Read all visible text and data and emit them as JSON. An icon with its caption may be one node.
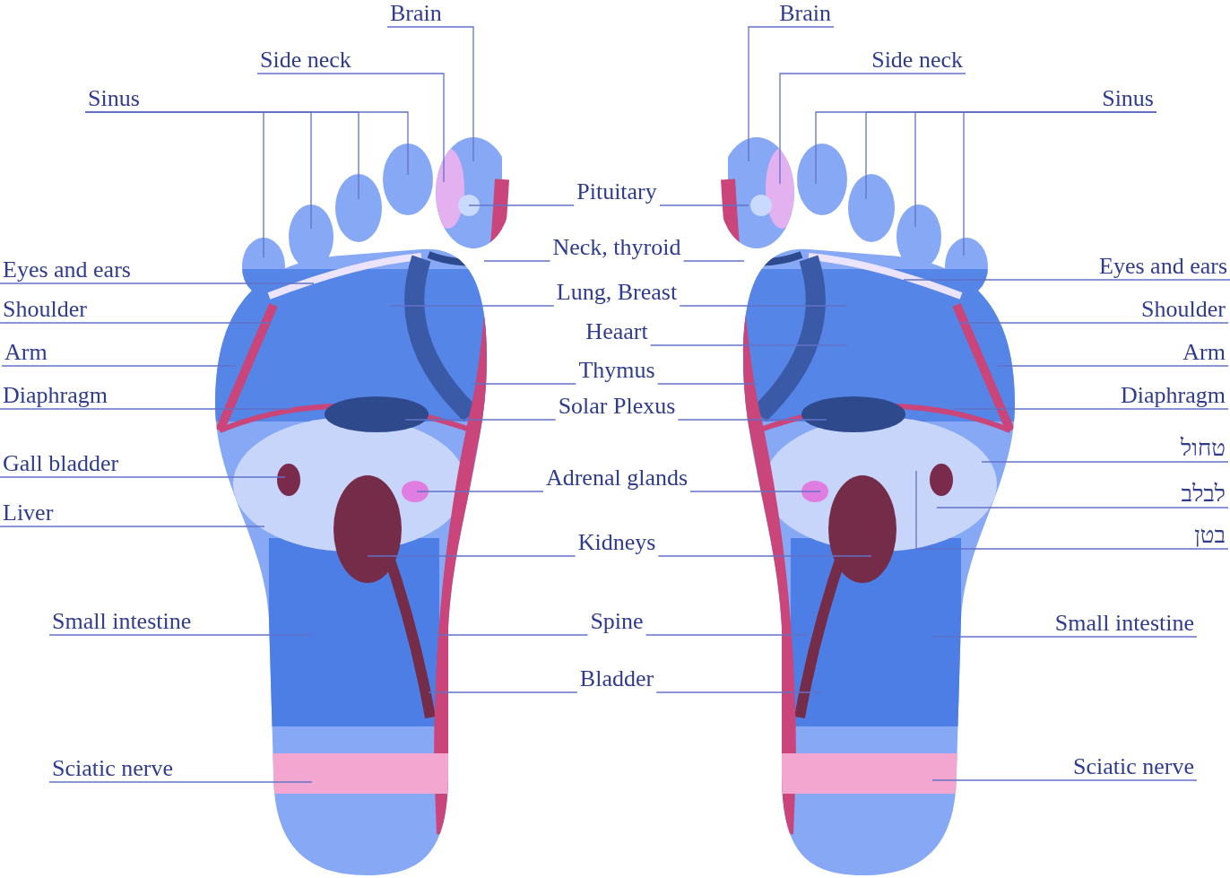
{
  "diagram": {
    "nodes": [
      {
        "text": [
          "Brain"
        ]
      },
      {
        "text": [
          "Side neck"
        ]
      },
      {
        "text": [
          "Sinus"
        ]
      },
      {
        "text": [
          "Eyes and ears"
        ]
      },
      {
        "text": [
          "Shoulder"
        ]
      },
      {
        "text": [
          "Arm"
        ]
      },
      {
        "text": [
          "Diaphragm"
        ]
      },
      {
        "text": [
          "Gall bladder"
        ]
      },
      {
        "text": [
          "Liver"
        ]
      },
      {
        "text": [
          "Small intestine"
        ]
      },
      {
        "text": [
          "Sciatic nerve"
        ]
      },
      {
        "text": [
          "Brain"
        ]
      },
      {
        "text": [
          "Side neck"
        ]
      },
      {
        "text": [
          "Sinus"
        ]
      },
      {
        "text": [
          "Eyes and ears"
        ]
      },
      {
        "text": [
          "Shoulder"
        ]
      },
      {
        "text": [
          "Arm"
        ]
      },
      {
        "text": [
          "Diaphragm"
        ]
      },
      {
        "text": [
          "טחול"
        ]
      },
      {
        "text": [
          "לבלב"
        ]
      },
      {
        "text": [
          "בטן"
        ]
      },
      {
        "text": [
          "Small intestine"
        ]
      },
      {
        "text": [
          "Sciatic nerve"
        ]
      },
      {
        "text": [
          "Pituitary"
        ]
      },
      {
        "text": [
          "Neck, thyroid"
        ]
      },
      {
        "text": [
          "Lung, Breast"
        ]
      },
      {
        "text": [
          "Heaart"
        ]
      },
      {
        "text": [
          "Thymus"
        ]
      },
      {
        "text": [
          "Solar Plexus"
        ]
      },
      {
        "text": [
          "Adrenal glands"
        ]
      },
      {
        "text": [
          "Kidneys"
        ]
      },
      {
        "text": [
          "Spine"
        ]
      },
      {
        "text": [
          "Bladder"
        ]
      }
    ],
    "edges": [
      {
        "from": 0,
        "to": null,
        "arrow": "none"
      },
      {
        "from": 1,
        "to": null,
        "arrow": "none"
      },
      {
        "from": 2,
        "to": null,
        "arrow": "none"
      },
      {
        "from": 2,
        "to": null,
        "arrow": "none"
      },
      {
        "from": 2,
        "to": null,
        "arrow": "none"
      },
      {
        "from": 2,
        "to": null,
        "arrow": "none"
      },
      {
        "from": 3,
        "to": null,
        "arrow": "none"
      },
      {
        "from": 4,
        "to": null,
        "arrow": "none"
      },
      {
        "from": 5,
        "to": null,
        "arrow": "none"
      },
      {
        "from": 6,
        "to": null,
        "arrow": "none"
      },
      {
        "from": 7,
        "to": null,
        "arrow": "none"
      },
      {
        "from": 8,
        "to": null,
        "arrow": "none"
      },
      {
        "from": 9,
        "to": null,
        "arrow": "none"
      },
      {
        "from": 10,
        "to": null,
        "arrow": "none"
      },
      {
        "from": 11,
        "to": null,
        "arrow": "none"
      },
      {
        "from": 12,
        "to": null,
        "arrow": "none"
      },
      {
        "from": 13,
        "to": null,
        "arrow": "none"
      },
      {
        "from": 13,
        "to": null,
        "arrow": "none"
      },
      {
        "from": 13,
        "to": null,
        "arrow": "none"
      },
      {
        "from": 13,
        "to": null,
        "arrow": "none"
      },
      {
        "from": 14,
        "to": null,
        "arrow": "none"
      },
      {
        "from": 15,
        "to": null,
        "arrow": "none"
      },
      {
        "from": 16,
        "to": null,
        "arrow": "none"
      },
      {
        "from": 17,
        "to": null,
        "arrow": "none"
      },
      {
        "from": 18,
        "to": null,
        "arrow": "none"
      },
      {
        "from": 19,
        "to": null,
        "arrow": "none"
      },
      {
        "from": 20,
        "to": null,
        "arrow": "none"
      },
      {
        "from": 21,
        "to": null,
        "arrow": "none"
      },
      {
        "from": 22,
        "to": null,
        "arrow": "none"
      },
      {
        "from": 23,
        "to": null,
        "arrow": "none"
      },
      {
        "from": 23,
        "to": null,
        "arrow": "none"
      },
      {
        "from": 24,
        "to": null,
        "arrow": "none"
      },
      {
        "from": 24,
        "to": null,
        "arrow": "none"
      },
      {
        "from": 25,
        "to": null,
        "arrow": "none"
      },
      {
        "from": 25,
        "to": null,
        "arrow": "none"
      },
      {
        "from": 26,
        "to": null,
        "arrow": "none"
      },
      {
        "from": 27,
        "to": null,
        "arrow": "none"
      },
      {
        "from": 27,
        "to": null,
        "arrow": "none"
      },
      {
        "from": 28,
        "to": null,
        "arrow": "none"
      },
      {
        "from": 28,
        "to": null,
        "arrow": "none"
      },
      {
        "from": 29,
        "to": null,
        "arrow": "none"
      },
      {
        "from": 29,
        "to": null,
        "arrow": "none"
      },
      {
        "from": 30,
        "to": null,
        "arrow": "none"
      },
      {
        "from": 30,
        "to": null,
        "arrow": "none"
      },
      {
        "from": 31,
        "to": null,
        "arrow": "none"
      },
      {
        "from": 31,
        "to": null,
        "arrow": "none"
      },
      {
        "from": 32,
        "to": null,
        "arrow": "none"
      },
      {
        "from": 32,
        "to": null,
        "arrow": "none"
      }
    ]
  }
}
